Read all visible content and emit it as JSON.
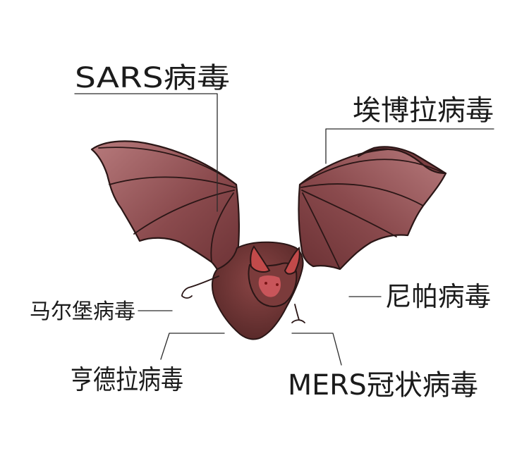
{
  "labels": {
    "sars": "SARS病毒",
    "ebola": "埃博拉病毒",
    "marburg": "马尔堡病毒",
    "nipah": "尼帕病毒",
    "hendra": "亨德拉病毒",
    "mers": "MERS冠状病毒"
  },
  "colors": {
    "wing": "#8a4a4d",
    "wing_light": "#a8676a",
    "body": "#6e3535",
    "ears": "#c24a4a",
    "eyes": "#7a1515",
    "outline": "#2a1616",
    "leader_line": "#2b2b2b",
    "text": "#1b1b1b"
  }
}
